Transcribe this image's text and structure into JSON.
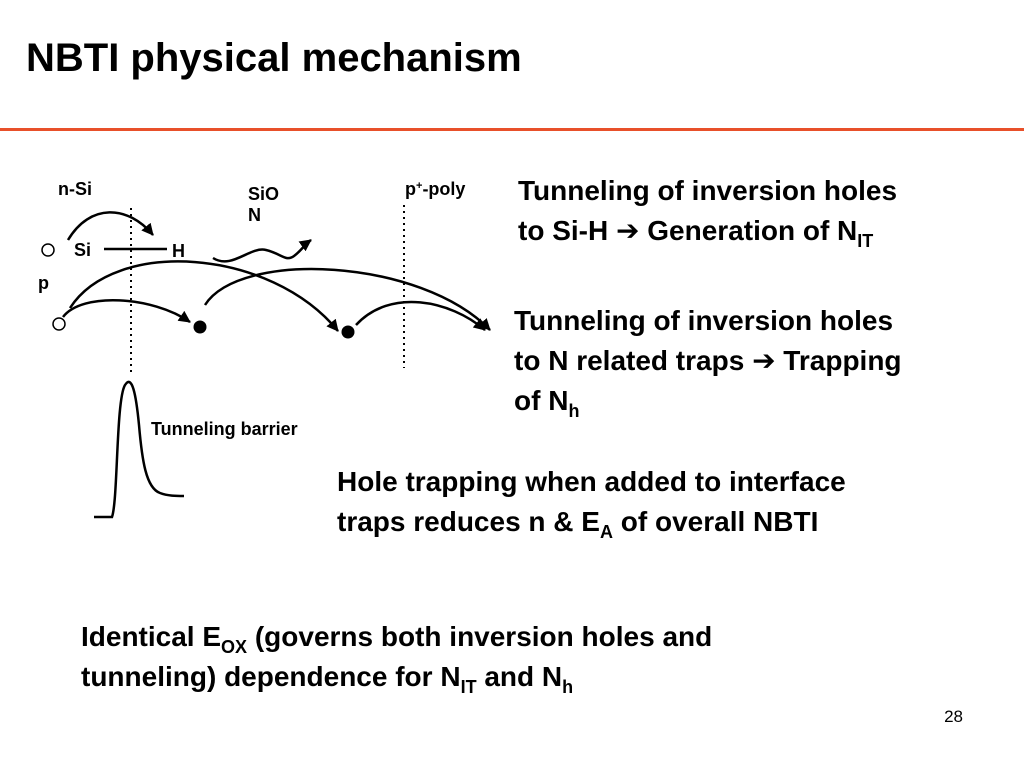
{
  "slide": {
    "title": "NBTI physical mechanism",
    "accent_color": "#e8502a",
    "page_number": "28"
  },
  "diagram": {
    "label_nsi": "n-Si",
    "label_sion_line1": "SiO",
    "label_sion_line2": "N",
    "label_ppoly_base": "p",
    "label_ppoly_sup": "+",
    "label_ppoly_tail": "-poly",
    "label_si": "Si",
    "label_h": "H",
    "label_p": "p",
    "label_barrier": "Tunneling barrier"
  },
  "bullets": {
    "b1": {
      "line1": "Tunneling of inversion holes",
      "line2_pre": "to Si-H ",
      "arrow": "➔",
      "line2_mid": " Generation of N",
      "line2_sub": "IT"
    },
    "b2": {
      "line1": "Tunneling of inversion holes",
      "line2_pre": "to N related traps ",
      "arrow": "➔",
      "line2_post": " Trapping",
      "line3_pre": "of N",
      "line3_sub": "h"
    },
    "b3": {
      "line1": "Hole trapping when added to interface",
      "line2_pre": "traps reduces n & E",
      "line2_sub": "A",
      "line2_post": " of overall NBTI"
    },
    "b4": {
      "line1_pre": "Identical E",
      "line1_sub": "OX",
      "line1_post": " (governs both inversion holes and",
      "line2_pre": "tunneling) dependence for N",
      "line2_sub1": "IT",
      "line2_mid": " and N",
      "line2_sub2": "h"
    }
  }
}
